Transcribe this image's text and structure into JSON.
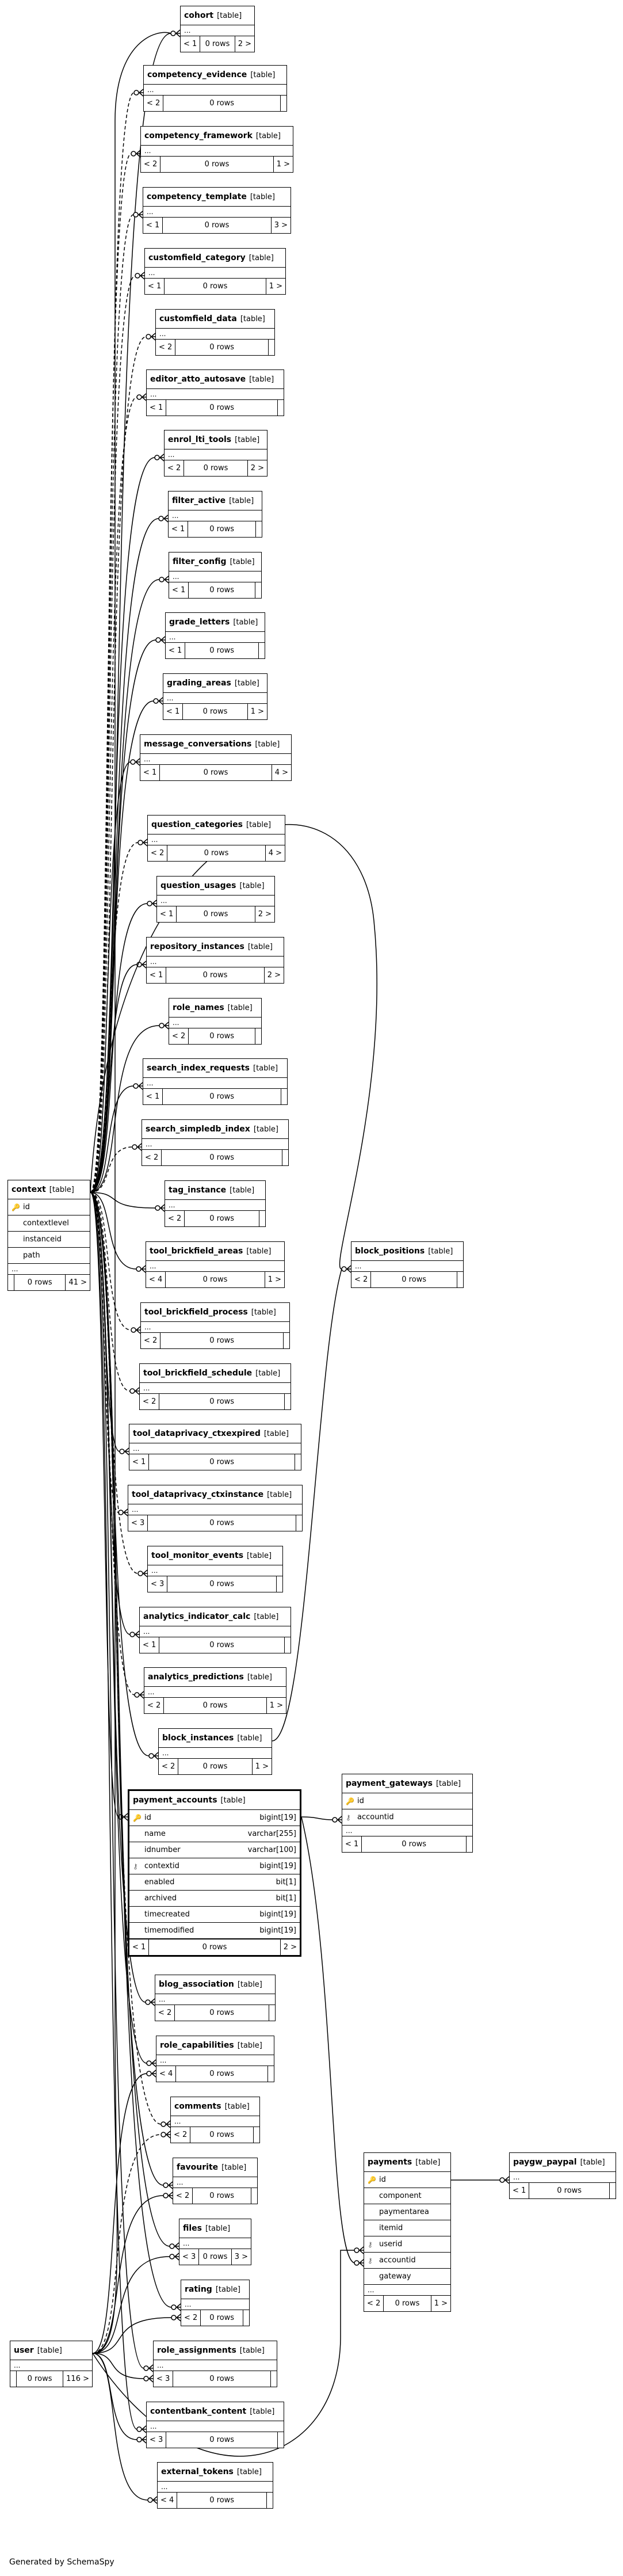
{
  "footer": "Generated by SchemaSpy",
  "tables": [
    {
      "id": "cohort",
      "name": "cohort",
      "type": "[table]",
      "cols": [],
      "parents": "< 1",
      "rows": "0 rows",
      "children": "2 >"
    },
    {
      "id": "competency_evidence",
      "name": "competency_evidence",
      "type": "[table]",
      "cols": [],
      "parents": "< 2",
      "rows": "0 rows",
      "children": ""
    },
    {
      "id": "competency_framework",
      "name": "competency_framework",
      "type": "[table]",
      "cols": [],
      "parents": "< 2",
      "rows": "0 rows",
      "children": "1 >"
    },
    {
      "id": "competency_template",
      "name": "competency_template",
      "type": "[table]",
      "cols": [],
      "parents": "< 1",
      "rows": "0 rows",
      "children": "3 >"
    },
    {
      "id": "customfield_category",
      "name": "customfield_category",
      "type": "[table]",
      "cols": [],
      "parents": "< 1",
      "rows": "0 rows",
      "children": "1 >"
    },
    {
      "id": "customfield_data",
      "name": "customfield_data",
      "type": "[table]",
      "cols": [],
      "parents": "< 2",
      "rows": "0 rows",
      "children": ""
    },
    {
      "id": "editor_atto_autosave",
      "name": "editor_atto_autosave",
      "type": "[table]",
      "cols": [],
      "parents": "< 1",
      "rows": "0 rows",
      "children": ""
    },
    {
      "id": "enrol_lti_tools",
      "name": "enrol_lti_tools",
      "type": "[table]",
      "cols": [],
      "parents": "< 2",
      "rows": "0 rows",
      "children": "2 >"
    },
    {
      "id": "filter_active",
      "name": "filter_active",
      "type": "[table]",
      "cols": [],
      "parents": "< 1",
      "rows": "0 rows",
      "children": ""
    },
    {
      "id": "filter_config",
      "name": "filter_config",
      "type": "[table]",
      "cols": [],
      "parents": "< 1",
      "rows": "0 rows",
      "children": ""
    },
    {
      "id": "grade_letters",
      "name": "grade_letters",
      "type": "[table]",
      "cols": [],
      "parents": "< 1",
      "rows": "0 rows",
      "children": ""
    },
    {
      "id": "grading_areas",
      "name": "grading_areas",
      "type": "[table]",
      "cols": [],
      "parents": "< 1",
      "rows": "0 rows",
      "children": "1 >"
    },
    {
      "id": "message_conversations",
      "name": "message_conversations",
      "type": "[table]",
      "cols": [],
      "parents": "< 1",
      "rows": "0 rows",
      "children": "4 >"
    },
    {
      "id": "question_categories",
      "name": "question_categories",
      "type": "[table]",
      "cols": [],
      "parents": "< 2",
      "rows": "0 rows",
      "children": "4 >"
    },
    {
      "id": "question_usages",
      "name": "question_usages",
      "type": "[table]",
      "cols": [],
      "parents": "< 1",
      "rows": "0 rows",
      "children": "2 >"
    },
    {
      "id": "repository_instances",
      "name": "repository_instances",
      "type": "[table]",
      "cols": [],
      "parents": "< 1",
      "rows": "0 rows",
      "children": "2 >"
    },
    {
      "id": "role_names",
      "name": "role_names",
      "type": "[table]",
      "cols": [],
      "parents": "< 2",
      "rows": "0 rows",
      "children": ""
    },
    {
      "id": "search_index_requests",
      "name": "search_index_requests",
      "type": "[table]",
      "cols": [],
      "parents": "< 1",
      "rows": "0 rows",
      "children": ""
    },
    {
      "id": "search_simpledb_index",
      "name": "search_simpledb_index",
      "type": "[table]",
      "cols": [],
      "parents": "< 2",
      "rows": "0 rows",
      "children": ""
    },
    {
      "id": "context",
      "name": "context",
      "type": "[table]",
      "cols": [
        {
          "key": "pk",
          "name": "id",
          "ctype": ""
        },
        {
          "key": "",
          "name": "contextlevel",
          "ctype": ""
        },
        {
          "key": "",
          "name": "instanceid",
          "ctype": ""
        },
        {
          "key": "",
          "name": "path",
          "ctype": ""
        }
      ],
      "dots": true,
      "parents": "",
      "rows": "0 rows",
      "children": "41 >"
    },
    {
      "id": "tag_instance",
      "name": "tag_instance",
      "type": "[table]",
      "cols": [],
      "parents": "< 2",
      "rows": "0 rows",
      "children": ""
    },
    {
      "id": "tool_brickfield_areas",
      "name": "tool_brickfield_areas",
      "type": "[table]",
      "cols": [],
      "parents": "< 4",
      "rows": "0 rows",
      "children": "1 >"
    },
    {
      "id": "block_positions",
      "name": "block_positions",
      "type": "[table]",
      "cols": [],
      "parents": "< 2",
      "rows": "0 rows",
      "children": ""
    },
    {
      "id": "tool_brickfield_process",
      "name": "tool_brickfield_process",
      "type": "[table]",
      "cols": [],
      "parents": "< 2",
      "rows": "0 rows",
      "children": ""
    },
    {
      "id": "tool_brickfield_schedule",
      "name": "tool_brickfield_schedule",
      "type": "[table]",
      "cols": [],
      "parents": "< 2",
      "rows": "0 rows",
      "children": ""
    },
    {
      "id": "tool_dataprivacy_ctxexpired",
      "name": "tool_dataprivacy_ctxexpired",
      "type": "[table]",
      "cols": [],
      "parents": "< 1",
      "rows": "0 rows",
      "children": ""
    },
    {
      "id": "tool_dataprivacy_ctxinstance",
      "name": "tool_dataprivacy_ctxinstance",
      "type": "[table]",
      "cols": [],
      "parents": "< 3",
      "rows": "0 rows",
      "children": ""
    },
    {
      "id": "tool_monitor_events",
      "name": "tool_monitor_events",
      "type": "[table]",
      "cols": [],
      "parents": "< 3",
      "rows": "0 rows",
      "children": ""
    },
    {
      "id": "analytics_indicator_calc",
      "name": "analytics_indicator_calc",
      "type": "[table]",
      "cols": [],
      "parents": "< 1",
      "rows": "0 rows",
      "children": ""
    },
    {
      "id": "analytics_predictions",
      "name": "analytics_predictions",
      "type": "[table]",
      "cols": [],
      "parents": "< 2",
      "rows": "0 rows",
      "children": "1 >"
    },
    {
      "id": "block_instances",
      "name": "block_instances",
      "type": "[table]",
      "cols": [],
      "parents": "< 2",
      "rows": "0 rows",
      "children": "1 >"
    },
    {
      "id": "payment_accounts",
      "name": "payment_accounts",
      "type": "[table]",
      "cols": [
        {
          "key": "pk",
          "name": "id",
          "ctype": "bigint[19]"
        },
        {
          "key": "",
          "name": "name",
          "ctype": "varchar[255]"
        },
        {
          "key": "",
          "name": "idnumber",
          "ctype": "varchar[100]"
        },
        {
          "key": "fk",
          "name": "contextid",
          "ctype": "bigint[19]"
        },
        {
          "key": "",
          "name": "enabled",
          "ctype": "bit[1]"
        },
        {
          "key": "",
          "name": "archived",
          "ctype": "bit[1]"
        },
        {
          "key": "",
          "name": "timecreated",
          "ctype": "bigint[19]"
        },
        {
          "key": "",
          "name": "timemodified",
          "ctype": "bigint[19]"
        }
      ],
      "parents": "< 1",
      "rows": "0 rows",
      "children": "2 >"
    },
    {
      "id": "payment_gateways",
      "name": "payment_gateways",
      "type": "[table]",
      "cols": [
        {
          "key": "pk",
          "name": "id",
          "ctype": ""
        },
        {
          "key": "fk",
          "name": "accountid",
          "ctype": ""
        }
      ],
      "dots": true,
      "parents": "< 1",
      "rows": "0 rows",
      "children": ""
    },
    {
      "id": "blog_association",
      "name": "blog_association",
      "type": "[table]",
      "cols": [],
      "parents": "< 2",
      "rows": "0 rows",
      "children": ""
    },
    {
      "id": "role_capabilities",
      "name": "role_capabilities",
      "type": "[table]",
      "cols": [],
      "parents": "< 4",
      "rows": "0 rows",
      "children": ""
    },
    {
      "id": "comments",
      "name": "comments",
      "type": "[table]",
      "cols": [],
      "parents": "< 2",
      "rows": "0 rows",
      "children": ""
    },
    {
      "id": "favourite",
      "name": "favourite",
      "type": "[table]",
      "cols": [],
      "parents": "< 2",
      "rows": "0 rows",
      "children": ""
    },
    {
      "id": "payments",
      "name": "payments",
      "type": "[table]",
      "cols": [
        {
          "key": "pk",
          "name": "id",
          "ctype": ""
        },
        {
          "key": "",
          "name": "component",
          "ctype": ""
        },
        {
          "key": "",
          "name": "paymentarea",
          "ctype": ""
        },
        {
          "key": "",
          "name": "itemid",
          "ctype": ""
        },
        {
          "key": "fk",
          "name": "userid",
          "ctype": ""
        },
        {
          "key": "fk",
          "name": "accountid",
          "ctype": ""
        },
        {
          "key": "",
          "name": "gateway",
          "ctype": ""
        }
      ],
      "dots": true,
      "parents": "< 2",
      "rows": "0 rows",
      "children": "1 >"
    },
    {
      "id": "paygw_paypal",
      "name": "paygw_paypal",
      "type": "[table]",
      "cols": [],
      "parents": "< 1",
      "rows": "0 rows",
      "children": ""
    },
    {
      "id": "files",
      "name": "files",
      "type": "[table]",
      "cols": [],
      "parents": "< 3",
      "rows": "0 rows",
      "children": "3 >"
    },
    {
      "id": "rating",
      "name": "rating",
      "type": "[table]",
      "cols": [],
      "parents": "< 2",
      "rows": "0 rows",
      "children": ""
    },
    {
      "id": "user",
      "name": "user",
      "type": "[table]",
      "cols": [],
      "parents": "",
      "rows": "0 rows",
      "children": "116 >"
    },
    {
      "id": "role_assignments",
      "name": "role_assignments",
      "type": "[table]",
      "cols": [],
      "parents": "< 3",
      "rows": "0 rows",
      "children": ""
    },
    {
      "id": "contentbank_content",
      "name": "contentbank_content",
      "type": "[table]",
      "cols": [],
      "parents": "< 3",
      "rows": "0 rows",
      "children": ""
    },
    {
      "id": "external_tokens",
      "name": "external_tokens",
      "type": "[table]",
      "cols": [],
      "parents": "< 4",
      "rows": "0 rows",
      "children": ""
    }
  ]
}
